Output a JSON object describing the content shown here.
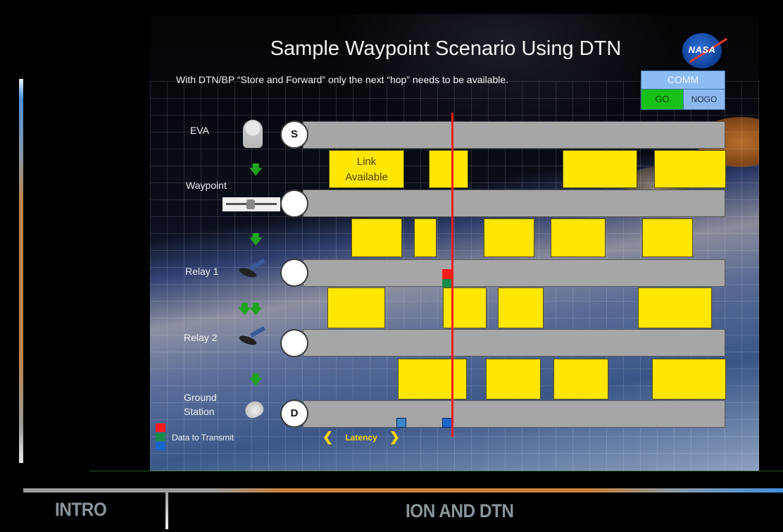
{
  "slide": {
    "title": "Sample Waypoint Scenario Using DTN",
    "subtitle": "With DTN/BP “Store and Forward” only the next “hop” needs to be available.",
    "logo": "NASA",
    "comm_panel": {
      "label": "COMM",
      "go_label": "GO",
      "nogo_label": "NOGO",
      "go_color": "#18c018",
      "panel_color": "#8dbcf5"
    },
    "nodes": [
      {
        "label": "EVA",
        "marker": "S",
        "icon": "astronaut-icon"
      },
      {
        "label": "Waypoint",
        "marker": "",
        "icon": "satellite-icon"
      },
      {
        "label": "Relay 1",
        "marker": "",
        "icon": "satellite-icon"
      },
      {
        "label": "Relay 2",
        "marker": "",
        "icon": "satellite-icon"
      },
      {
        "label": "Ground Station",
        "label_line1": "Ground",
        "label_line2": "Station",
        "marker": "D",
        "icon": "dish-antenna-icon"
      }
    ],
    "link_block_label_line1": "Link",
    "link_block_label_line2": "Available",
    "legend": {
      "label": "Data to Transmit",
      "colors": [
        "#ff1a1a",
        "#1a8a4a",
        "#1a66d0"
      ]
    },
    "latency_label": "Latency",
    "colors": {
      "link_available": "#ffe600",
      "lane": "#a6a6a6",
      "current_time_line": "#ff1a1a",
      "arrow": "#1fa31f"
    }
  },
  "footer": {
    "tabs": [
      {
        "label": "INTRO"
      },
      {
        "label": "ION AND DTN"
      }
    ]
  }
}
